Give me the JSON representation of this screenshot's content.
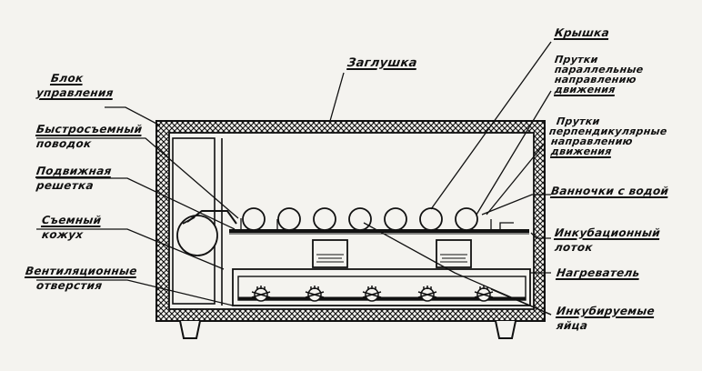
{
  "labels": {
    "control_unit_1": "Блок",
    "control_unit_2": "управления",
    "plug": "Заглушка",
    "lid": "Крышка",
    "rods_parallel_1": "Прутки",
    "rods_parallel_2": "параллельные",
    "rods_parallel_3": "направлению",
    "rods_parallel_4": "движения",
    "quick_release_1": "Быстросъемный",
    "quick_release_2": "поводок",
    "rods_perp_1": "Прутки",
    "rods_perp_2": "перпендикулярные",
    "rods_perp_3": "направлению",
    "rods_perp_4": "движения",
    "moving_grid_1": "Подвижная",
    "moving_grid_2": "решетка",
    "water_baths": "Ванночки с водой",
    "removable_casing_1": "Съемный",
    "removable_casing_2": "кожух",
    "incubation_tray_1": "Инкубационный",
    "incubation_tray_2": "лоток",
    "vent_holes_1": "Вентиляционные",
    "vent_holes_2": "отверстия",
    "heater": "Нагреватель",
    "eggs_1": "Инкубируемые",
    "eggs_2": "яйца"
  }
}
